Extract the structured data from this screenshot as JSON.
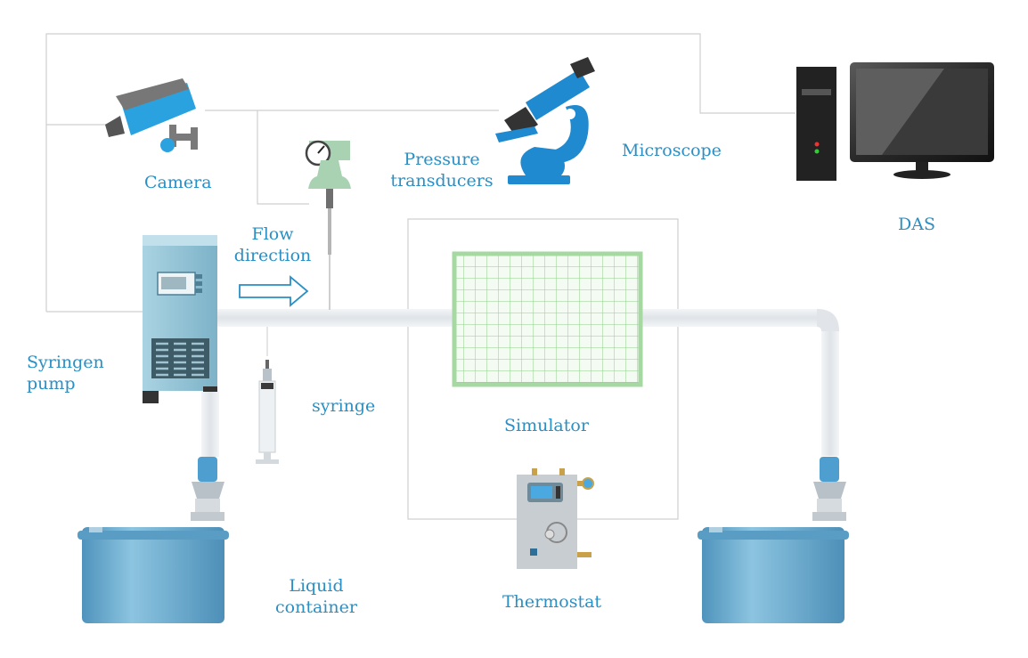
{
  "labels": {
    "camera": "Camera",
    "pressure_line1": "Pressure",
    "pressure_line2": "transducers",
    "microscope": "Microscope",
    "das": "DAS",
    "flow_line1": "Flow",
    "flow_line2": "direction",
    "pump_line1": "Syringen",
    "pump_line2": "pump",
    "syringe": "syringe",
    "simulator": "Simulator",
    "thermostat": "Thermostat",
    "liquid_line1": "Liquid",
    "liquid_line2": "container"
  },
  "colors": {
    "label_text": "#2a8fc4",
    "wire": "#cfcfcf",
    "pipe": "#e4e8ec",
    "pump_body": "#8fc3d6",
    "container": "#6aa9cc",
    "grid": "#8fd08a",
    "microscope": "#1f8ad0",
    "gauge": "#a9d2b2"
  },
  "icons": [
    "camera-icon",
    "pressure-gauge-icon",
    "microscope-icon",
    "computer-icon",
    "syringe-pump-icon",
    "syringe-icon",
    "flow-arrow-icon",
    "simulator-grid-icon",
    "thermostat-icon",
    "liquid-container-icon"
  ]
}
